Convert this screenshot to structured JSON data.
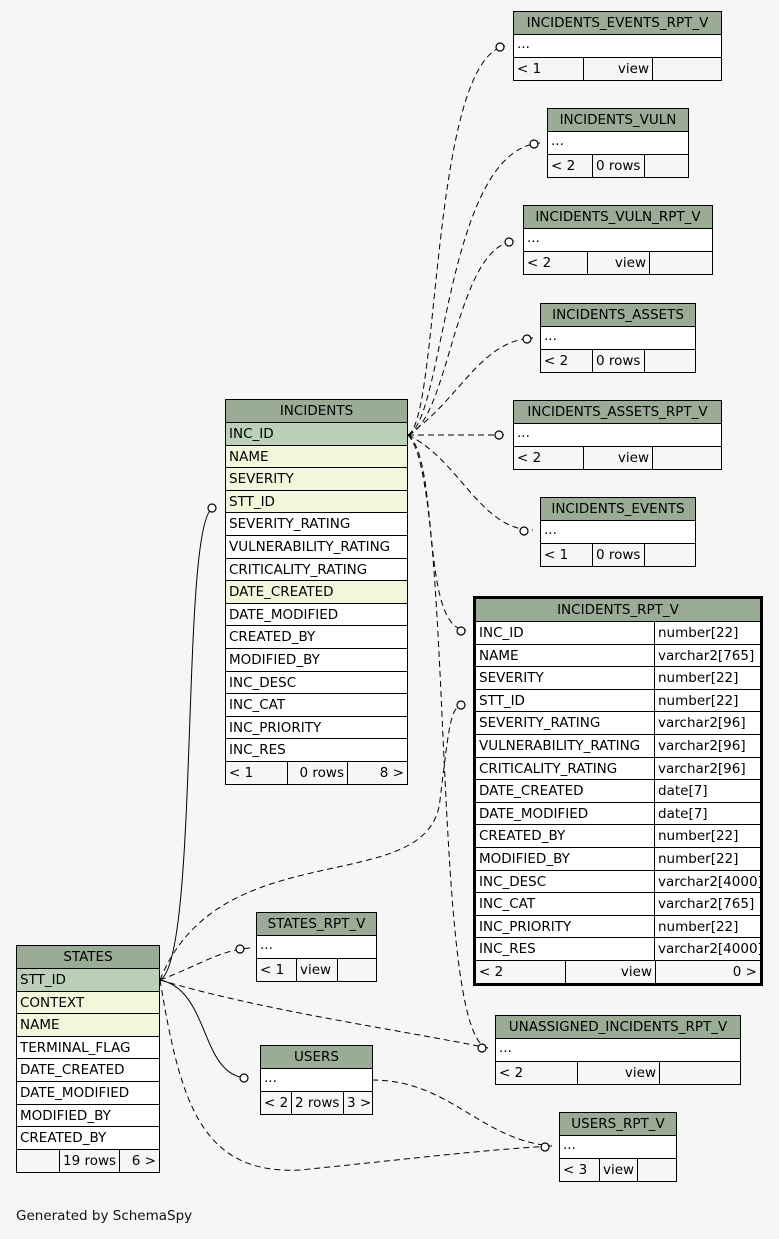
{
  "tables": {
    "incidents_events_rpt_v": {
      "name": "INCIDENTS_EVENTS_RPT_V",
      "parents": "< 1",
      "rows": "view",
      "children": ""
    },
    "incidents_vuln": {
      "name": "INCIDENTS_VULN",
      "parents": "< 2",
      "rows": "0 rows",
      "children": ""
    },
    "incidents_vuln_rpt_v": {
      "name": "INCIDENTS_VULN_RPT_V",
      "parents": "< 2",
      "rows": "view",
      "children": ""
    },
    "incidents_assets": {
      "name": "INCIDENTS_ASSETS",
      "parents": "< 2",
      "rows": "0 rows",
      "children": ""
    },
    "incidents_assets_rpt_v": {
      "name": "INCIDENTS_ASSETS_RPT_V",
      "parents": "< 2",
      "rows": "view",
      "children": ""
    },
    "incidents_events": {
      "name": "INCIDENTS_EVENTS",
      "parents": "< 1",
      "rows": "0 rows",
      "children": ""
    },
    "incidents": {
      "name": "INCIDENTS",
      "columns": [
        "INC_ID",
        "NAME",
        "SEVERITY",
        "STT_ID",
        "SEVERITY_RATING",
        "VULNERABILITY_RATING",
        "CRITICALITY_RATING",
        "DATE_CREATED",
        "DATE_MODIFIED",
        "CREATED_BY",
        "MODIFIED_BY",
        "INC_DESC",
        "INC_CAT",
        "INC_PRIORITY",
        "INC_RES"
      ],
      "parents": "< 1",
      "rows": "0 rows",
      "children": "8 >"
    },
    "incidents_rpt_v": {
      "name": "INCIDENTS_RPT_V",
      "columns": [
        {
          "name": "INC_ID",
          "type": "number[22]"
        },
        {
          "name": "NAME",
          "type": "varchar2[765]"
        },
        {
          "name": "SEVERITY",
          "type": "number[22]"
        },
        {
          "name": "STT_ID",
          "type": "number[22]"
        },
        {
          "name": "SEVERITY_RATING",
          "type": "varchar2[96]"
        },
        {
          "name": "VULNERABILITY_RATING",
          "type": "varchar2[96]"
        },
        {
          "name": "CRITICALITY_RATING",
          "type": "varchar2[96]"
        },
        {
          "name": "DATE_CREATED",
          "type": "date[7]"
        },
        {
          "name": "DATE_MODIFIED",
          "type": "date[7]"
        },
        {
          "name": "CREATED_BY",
          "type": "number[22]"
        },
        {
          "name": "MODIFIED_BY",
          "type": "number[22]"
        },
        {
          "name": "INC_DESC",
          "type": "varchar2[4000]"
        },
        {
          "name": "INC_CAT",
          "type": "varchar2[765]"
        },
        {
          "name": "INC_PRIORITY",
          "type": "number[22]"
        },
        {
          "name": "INC_RES",
          "type": "varchar2[4000]"
        }
      ],
      "parents": "< 2",
      "rows": "view",
      "children": "0 >"
    },
    "states": {
      "name": "STATES",
      "columns": [
        "STT_ID",
        "CONTEXT",
        "NAME",
        "TERMINAL_FLAG",
        "DATE_CREATED",
        "DATE_MODIFIED",
        "MODIFIED_BY",
        "CREATED_BY"
      ],
      "parents": "",
      "rows": "19 rows",
      "children": "6 >"
    },
    "states_rpt_v": {
      "name": "STATES_RPT_V",
      "parents": "< 1",
      "rows": "view",
      "children": ""
    },
    "users": {
      "name": "USERS",
      "parents": "< 2",
      "rows": "2 rows",
      "children": "3 >"
    },
    "unassigned_incidents_rpt_v": {
      "name": "UNASSIGNED_INCIDENTS_RPT_V",
      "parents": "< 2",
      "rows": "view",
      "children": ""
    },
    "users_rpt_v": {
      "name": "USERS_RPT_V",
      "parents": "< 3",
      "rows": "view",
      "children": ""
    }
  },
  "collapsed_columns": "...",
  "footer": "Generated by SchemaSpy",
  "colors": {
    "header": "#9aab96",
    "primary_key": "#bccfb8",
    "indexed": "#f4f6dc",
    "background": "#f6f6f6"
  }
}
